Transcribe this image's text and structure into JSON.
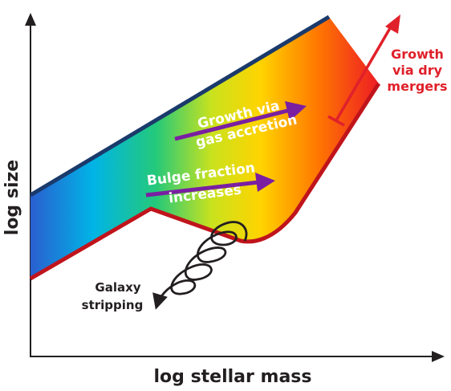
{
  "axes": {
    "x_label": "log stellar mass",
    "y_label": "log size"
  },
  "annotations": {
    "gas_accretion": {
      "line1": "Growth via",
      "line2": "gas accretion"
    },
    "bulge": {
      "line1": "Bulge fraction",
      "line2": "increases"
    },
    "dry_mergers": {
      "line1": "Growth",
      "line2": "via dry",
      "line3": "mergers"
    },
    "stripping": {
      "line1": "Galaxy",
      "line2": "stripping"
    }
  },
  "colors": {
    "upper_edge": "#1a3a6b",
    "lower_edge": "#c0141c",
    "purple_arrow": "#7a1fa2",
    "red_arrow": "#e0202a",
    "text_dark": "#231f20",
    "gradient": [
      "#2a5fd0",
      "#00b4e6",
      "#24c97a",
      "#c9e21e",
      "#ffd400",
      "#ff7a00",
      "#ee1c24"
    ]
  },
  "icons": {
    "arrows": "arrow-icon",
    "spiral": "spiral-icon"
  }
}
